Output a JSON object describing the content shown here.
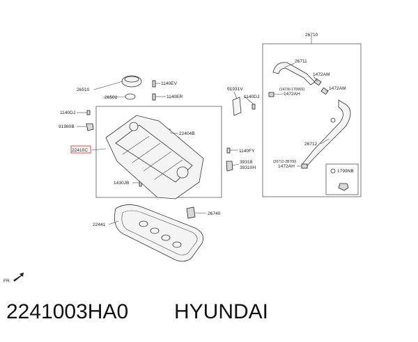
{
  "diagram": {
    "labels": {
      "l26710": "26710",
      "l26711": "26711",
      "l1472AM_a": "1472AM",
      "l1472AM_b": "1472AM",
      "l14730": "(14730-17006S)",
      "l1472AH_a": "1472AH",
      "l26712": "26712",
      "l26712b": "(26712-2B700)",
      "l1472AH_b": "1472AH",
      "l1799NB": "1799NB",
      "l26510": "26510",
      "l26502": "26502",
      "l1140EV": "1140EV",
      "l1140ER": "1140ER",
      "l91931V": "91931V",
      "l1140DJ_a": "1140DJ",
      "l1140DJ_b": "1140DJ",
      "l91980B": "91980B",
      "l22404B": "22404B",
      "l22410C": "22410C",
      "l1140FY": "1140FY",
      "l39318": "39318",
      "l39310H": "39310H",
      "l1430JB": "1430JB",
      "l26740": "26740",
      "l22441": "22441",
      "fr": "FR."
    }
  },
  "caption": {
    "part_number": "2241003HA0",
    "brand": "HYUNDAI"
  }
}
